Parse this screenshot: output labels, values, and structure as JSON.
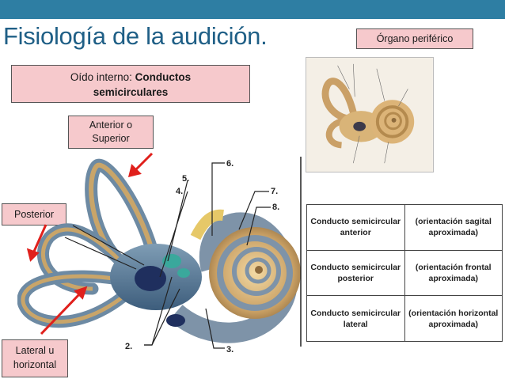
{
  "slide": {
    "title": "Fisiología de la audición.",
    "organ_label": "Órgano periférico",
    "oido_prefix": "Oído interno:",
    "oido_bold_1": "Conductos",
    "oido_bold_2": "semicirculares"
  },
  "labels": {
    "anterior_line1": "Anterior o",
    "anterior_line2": "Superior",
    "posterior": "Posterior",
    "lateral_line1": "Lateral u",
    "lateral_line2": "horizontal"
  },
  "figure_numbers": [
    "2.",
    "3.",
    "4.",
    "5.",
    "6.",
    "7.",
    "8."
  ],
  "table": {
    "rows": [
      {
        "canal_l1": "Conducto semicircular",
        "canal_l2": "anterior",
        "orient_l1": "(orientación sagital",
        "orient_l2": "aproximada)"
      },
      {
        "canal_l1": "Conducto semicircular",
        "canal_l2": "posterior",
        "orient_l1": "(orientación frontal",
        "orient_l2": "aproximada)"
      },
      {
        "canal_l1": "Conducto semicircular",
        "canal_l2": "lateral",
        "orient_l1": "(orientación horizontal",
        "orient_l2": "aproximada)"
      }
    ]
  },
  "colors": {
    "topbar": "#2e7ea3",
    "title": "#1f5f86",
    "label_box": "#f6c9cc",
    "arrow": "#e0201c"
  },
  "icons": [
    "arrow-icon"
  ]
}
